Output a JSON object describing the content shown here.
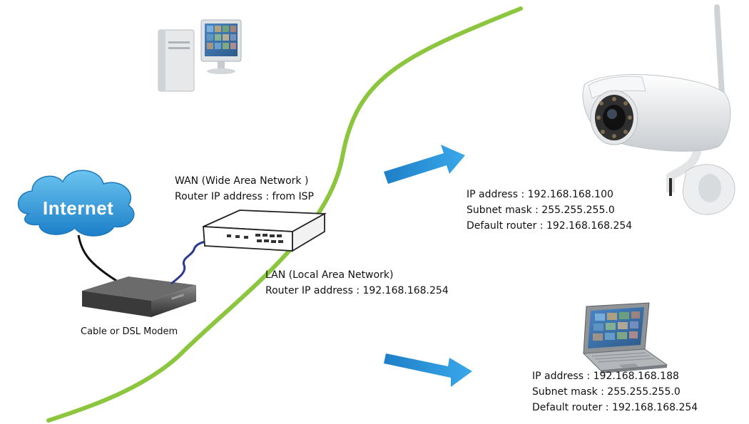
{
  "internet": {
    "label": "Internet"
  },
  "modem": {
    "label": "Cable or DSL Modem"
  },
  "wan": {
    "title": "WAN (Wide Area Network )",
    "router_ip": "Router IP address : from ISP"
  },
  "lan": {
    "title": "LAN (Local Area Network)",
    "router_ip": "Router IP address : 192.168.168.254"
  },
  "camera": {
    "ip": "IP address : 192.168.168.100",
    "subnet": "Subnet mask : 255.255.255.0",
    "gateway": "Default router : 192.168.168.254"
  },
  "laptop": {
    "ip": "IP address : 192.168.168.188",
    "subnet": "Subnet mask : 255.255.255.0",
    "gateway": "Default router : 192.168.168.254"
  },
  "colors": {
    "divider": "#8cc63f",
    "arrow": "#2e8fd4",
    "cloud": "#2b95d6",
    "cable": "#2a3a8c"
  }
}
